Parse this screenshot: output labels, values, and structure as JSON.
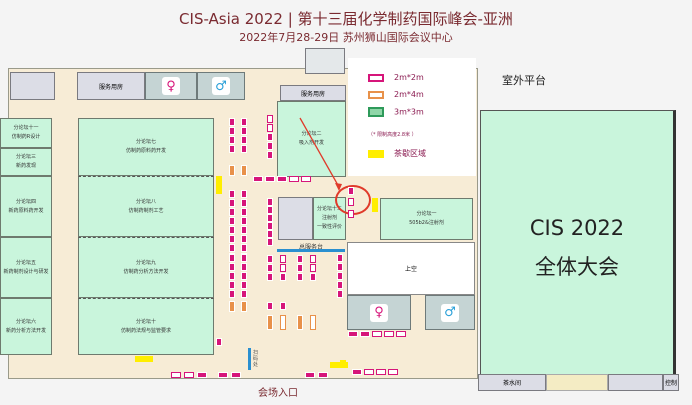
{
  "header": {
    "title": "CIS-Asia 2022 | 第十三届化学制药国际峰会-亚洲",
    "subtitle": "2022年7月28-29日 苏州狮山国际会议中心"
  },
  "legend": {
    "items": [
      {
        "label": "2m*2m",
        "color": "#d6157a"
      },
      {
        "label": "2m*4m",
        "color": "#e8914a"
      },
      {
        "label": "3m*3m",
        "color": "#2e9a5a"
      }
    ],
    "note": "（*  限制高度2.8米  ）",
    "tea_label": "茶歇区域",
    "tea_color": "#ffee00"
  },
  "rooms": {
    "service_1": "服务用房",
    "service_2": "服务用房",
    "f11": {
      "name": "分论坛十一",
      "topic": "仿制药R设计"
    },
    "f3": {
      "name": "分论坛三",
      "topic": "新药发现"
    },
    "f4": {
      "name": "分论坛四",
      "topic": "新药原料药开发"
    },
    "f5": {
      "name": "分论坛五",
      "topic": "新药制剂设计与研发"
    },
    "f6": {
      "name": "分论坛六",
      "topic": "新药分析方法开发"
    },
    "f7": {
      "name": "分论坛七",
      "topic": "仿制药原料药开发"
    },
    "f8": {
      "name": "分论坛八",
      "topic": "仿制药制剂工艺"
    },
    "f9": {
      "name": "分论坛九",
      "topic": "仿制药分析方法开发"
    },
    "f10": {
      "name": "分论坛十",
      "topic": "仿制药法规与监管要求"
    },
    "f2": {
      "name": "分论坛二",
      "topic": "吸入剂开发"
    },
    "f12": {
      "name": "分论坛十二",
      "topic": "注射剂",
      "topic2": "一致性评价"
    },
    "f1": {
      "name": "分论坛一",
      "topic": "505b2&注射剂"
    },
    "service_desk": "总服务台",
    "void": "上空",
    "outdoor": "室外平台",
    "plenary_title": "CIS 2022",
    "plenary": "全体大会",
    "tea_room": "茶水间",
    "control": "控制",
    "entrance": "会场入口",
    "scan": "扫码处"
  }
}
